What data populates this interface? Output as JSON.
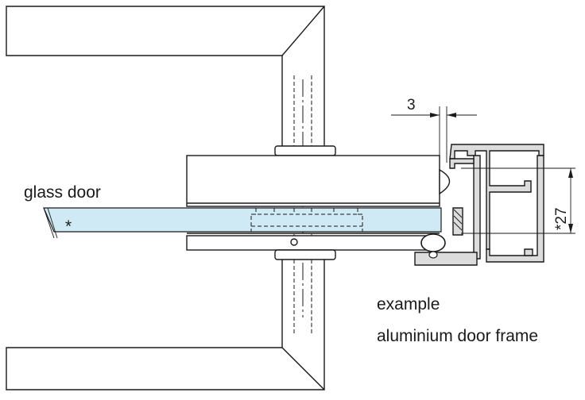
{
  "labels": {
    "glass_door": "glass door",
    "glass_marker": "*",
    "dimension_gap": "3",
    "dimension_depth": "*27",
    "caption_line1": "example",
    "caption_line2": "aluminium door frame"
  },
  "colors": {
    "glass": "#cfe9f5",
    "aluminium": "#dcdcdc",
    "ink": "#1a1a1a"
  }
}
